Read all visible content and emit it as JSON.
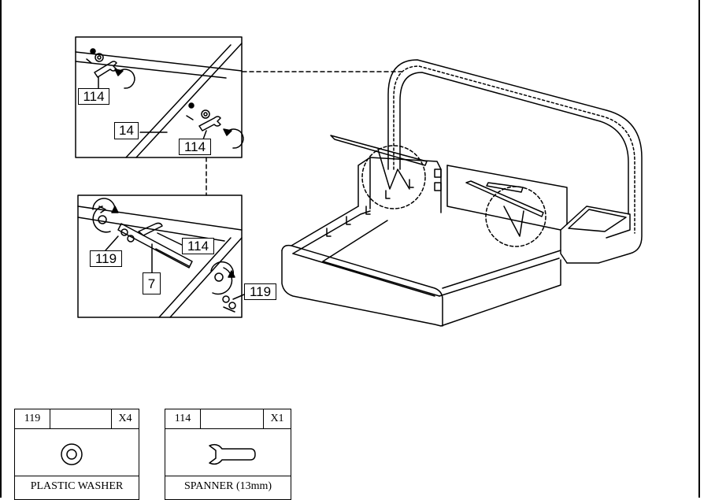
{
  "labels": {
    "detail_top_a": "114",
    "detail_top_b": "14",
    "detail_top_c": "114",
    "detail_bottom_a": "114",
    "detail_bottom_b": "119",
    "detail_bottom_c": "7",
    "detail_bottom_d": "119"
  },
  "parts": [
    {
      "code": "119",
      "qty": "X4",
      "name": "PLASTIC WASHER",
      "icon": "washer-icon"
    },
    {
      "code": "114",
      "qty": "X1",
      "name": "SPANNER (13mm)",
      "icon": "spanner-icon"
    }
  ]
}
